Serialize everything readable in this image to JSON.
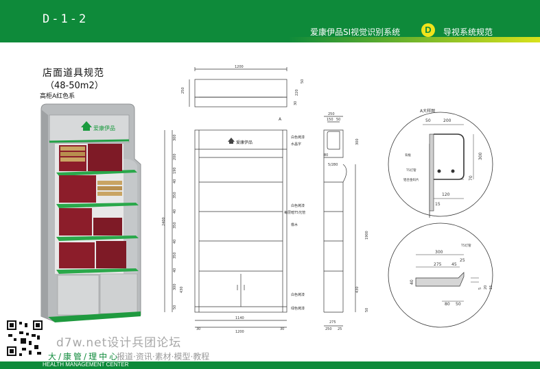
{
  "header": {
    "code": "D-1-2",
    "title": "爱康伊品SI视觉识别系统",
    "badge_letter": "D",
    "subtitle": "导视系统规范"
  },
  "spec": {
    "title": "店面道具规范",
    "area": "（48-50m2）",
    "type": "高柜A红色系"
  },
  "brand": {
    "logo_text": "爱康伊品"
  },
  "drawing": {
    "top_view": {
      "width": "1200",
      "dim_a": "250",
      "dim_b": "220",
      "dim_c": "50",
      "dim_d": "30"
    },
    "front_view": {
      "width_inner": "1140",
      "width_total": "1200",
      "dim_30_left": "30",
      "dim_30_right": "30",
      "height_total": "2400",
      "left_dims": [
        "300",
        "200",
        "190",
        "40",
        "350",
        "40",
        "350",
        "40",
        "350",
        "40",
        "300",
        "430",
        "50"
      ],
      "label_a": "A",
      "callouts": [
        "白色烤漆",
        "水晶字",
        "白色烤漆",
        "每层暗T5光管",
        "橡木",
        "白色烤漆",
        "绿色烤漆"
      ]
    },
    "side_view": {
      "top_dims": [
        "250",
        "150",
        "50"
      ],
      "dim_300": "300",
      "dim_80": "80",
      "dim_280": "5/280",
      "dim_1900": "1900",
      "dim_430": "430",
      "dim_50": "50",
      "bottom_dims": [
        "275",
        "250",
        "25"
      ]
    },
    "detail_a": {
      "title": "A大样图",
      "top_dims": [
        "50",
        "200"
      ],
      "dim_300": "300",
      "dim_70": "70",
      "dim_120": "120",
      "dim_15": "15",
      "labels": [
        "背板",
        "T5灯管",
        "铝合金码片"
      ]
    },
    "detail_b": {
      "dim_300": "300",
      "dim_275": "275",
      "dim_45": "45",
      "dim_25": "25",
      "dim_40": "40",
      "dim_80": "80",
      "dim_50": "50",
      "right_dims": [
        "5",
        "20",
        "15"
      ],
      "label_t5": "T5灯管"
    }
  },
  "footer": {
    "watermark": "d7w.net设计兵团论坛",
    "center_cn": "大/康管/理中心",
    "promo": "报道·资讯·素材·模型·教程",
    "center_en": "HEALTH MANAGEMENT CENTER"
  },
  "colors": {
    "brand_green": "#0e8a3a",
    "accent_yellow": "#f1e31b",
    "cabinet_red": "#8c1d2a"
  }
}
